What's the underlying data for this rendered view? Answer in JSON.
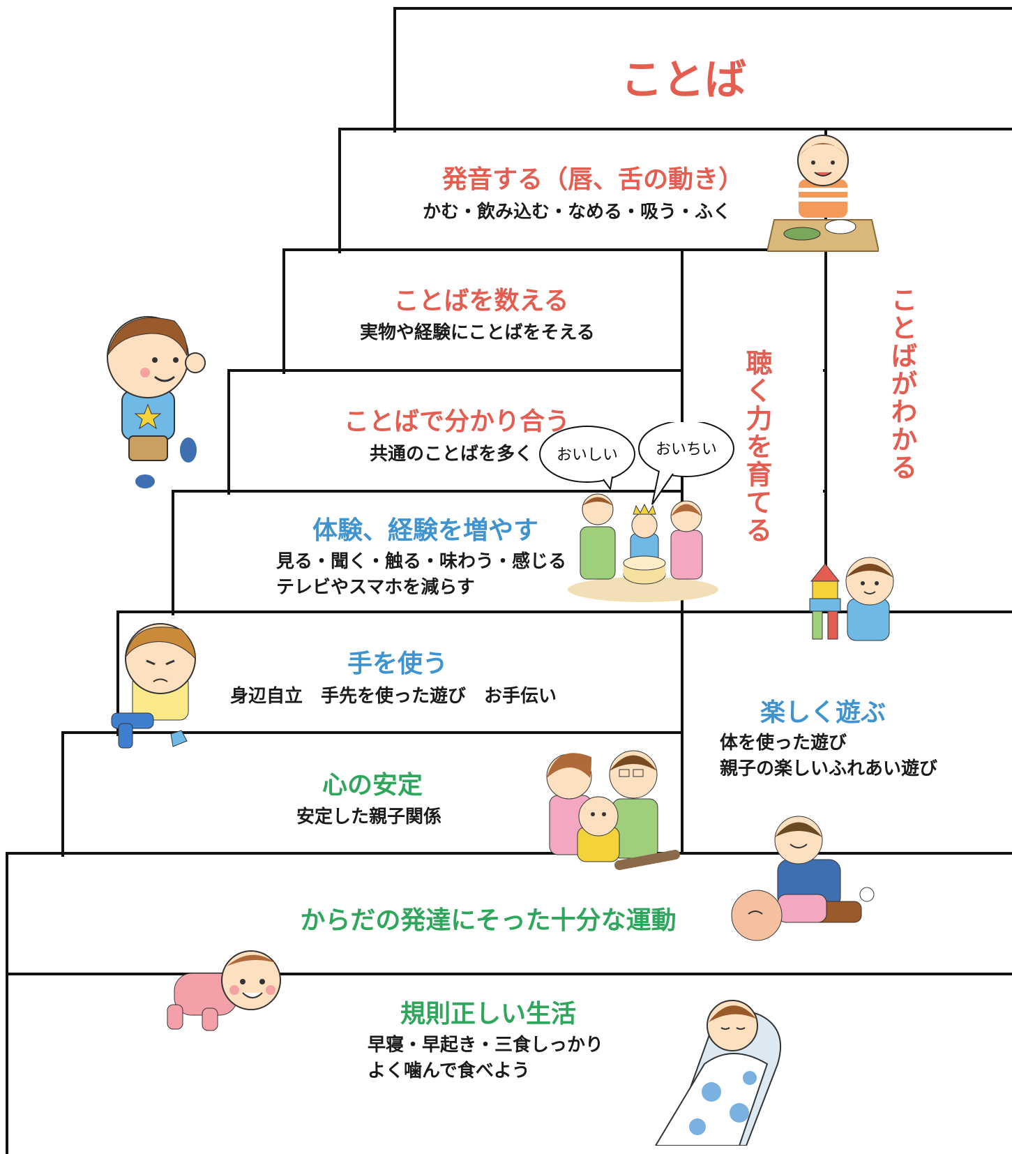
{
  "steps": {
    "kotoba": {
      "title": "ことば"
    },
    "hatsuon": {
      "title": "発音する（唇、舌の動き）",
      "sub": "かむ・飲み込む・なめる・吸う・ふく"
    },
    "kazoeru": {
      "title": "ことばを数える",
      "sub": "実物や経験にことばをそえる"
    },
    "wakariau": {
      "title": "ことばで分かり合う",
      "sub": "共通のことばを多く"
    },
    "taiken": {
      "title": "体験、経験を増やす",
      "sub1": "見る・聞く・触る・味わう・感じる",
      "sub2": "テレビやスマホを減らす"
    },
    "te": {
      "title": "手を使う",
      "sub": "身辺自立　手先を使った遊び　お手伝い"
    },
    "kokoro": {
      "title": "心の安定",
      "sub": "安定した親子関係"
    },
    "karada": {
      "title": "からだの発達にそった十分な運動"
    },
    "seikatsu": {
      "title": "規則正しい生活",
      "sub1": "早寝・早起き・三食しっかり",
      "sub2": "よく噛んで食べよう"
    }
  },
  "side": {
    "kiku": "聴く力を育てる",
    "wakaru": "ことばがわかる",
    "asobu": {
      "title": "楽しく遊ぶ",
      "sub1": "体を使った遊び",
      "sub2": "親子の楽しいふれあい遊び"
    }
  },
  "bubbles": {
    "left": "おいしい",
    "right": "おいちい"
  },
  "colors": {
    "red": "#e35d50",
    "blue": "#3f93cf",
    "green": "#2fa65c",
    "line": "#111111"
  }
}
